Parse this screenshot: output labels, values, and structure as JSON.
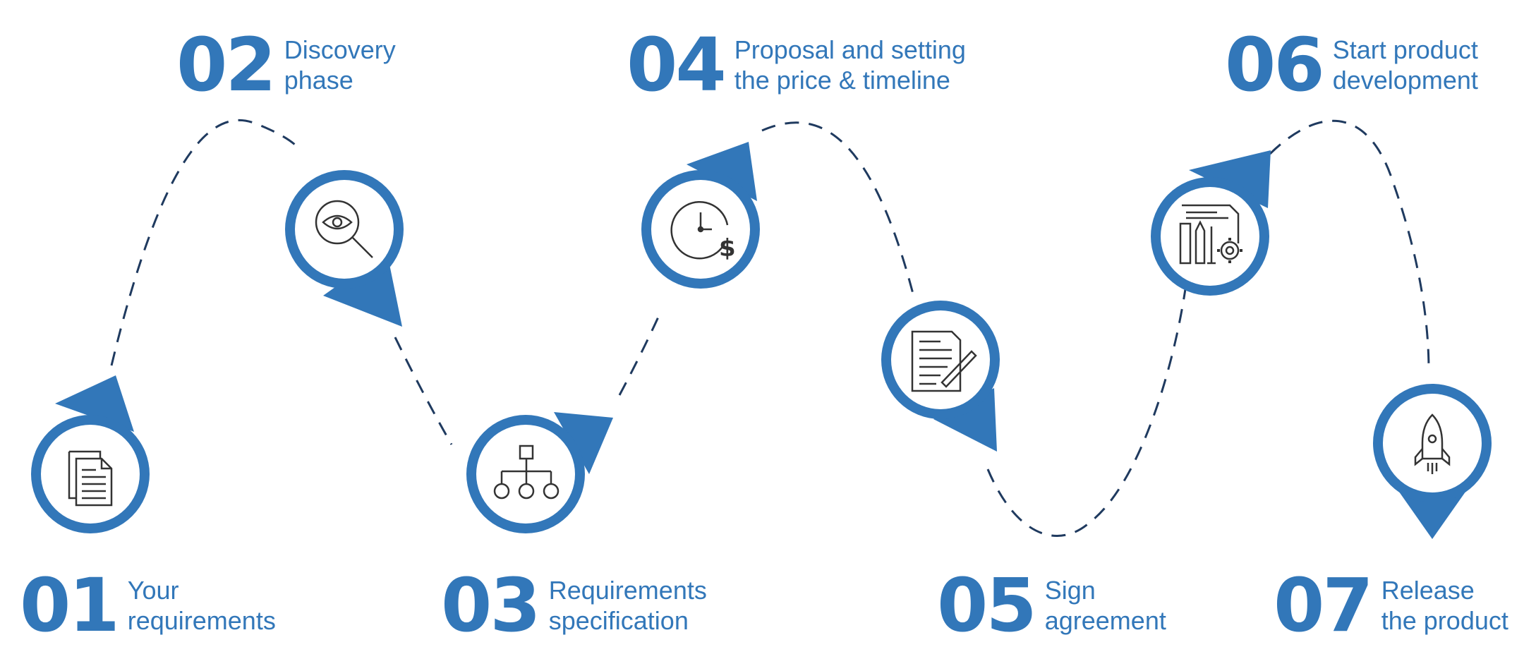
{
  "accent_color": "#3277b9",
  "path_color": "#1f3a5f",
  "steps": [
    {
      "number": "01",
      "line1": "Your",
      "line2": "requirements",
      "icon": "documents-icon"
    },
    {
      "number": "02",
      "line1": "Discovery",
      "line2": "phase",
      "icon": "eye-magnifier-icon"
    },
    {
      "number": "03",
      "line1": "Requirements",
      "line2": "specification",
      "icon": "hierarchy-icon"
    },
    {
      "number": "04",
      "line1": "Proposal and setting",
      "line2": "the price & timeline",
      "icon": "clock-dollar-icon"
    },
    {
      "number": "05",
      "line1": "Sign",
      "line2": "agreement",
      "icon": "document-pen-icon"
    },
    {
      "number": "06",
      "line1": "Start product",
      "line2": "development",
      "icon": "blueprint-gear-icon"
    },
    {
      "number": "07",
      "line1": "Release",
      "line2": "the product",
      "icon": "rocket-icon"
    }
  ]
}
